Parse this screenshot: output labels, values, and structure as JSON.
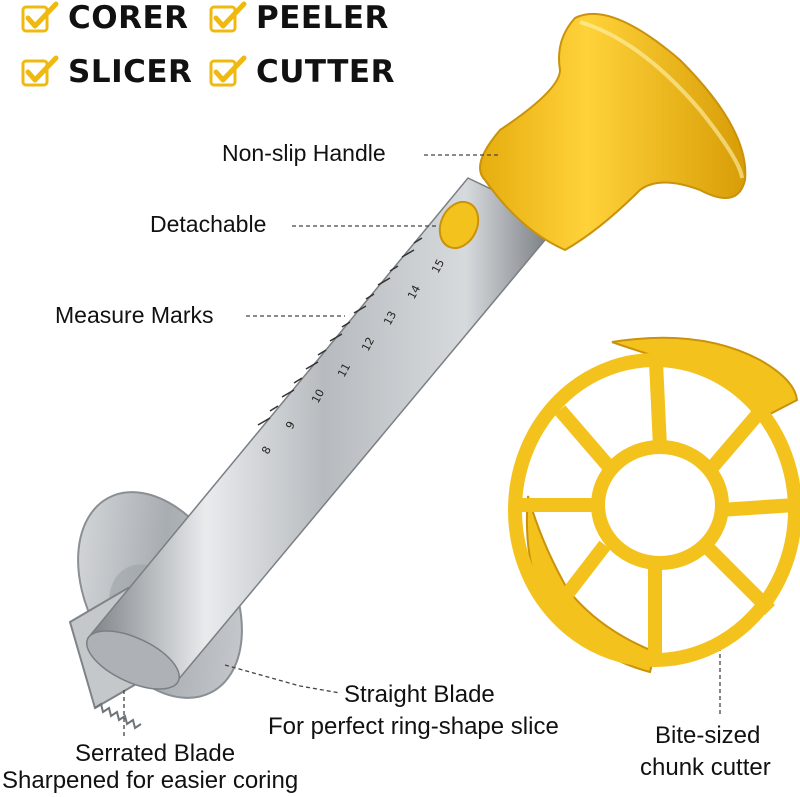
{
  "features": [
    "CORER",
    "PEELER",
    "SLICER",
    "CUTTER"
  ],
  "callouts": {
    "handle": "Non-slip Handle",
    "detachable": "Detachable",
    "measure": "Measure Marks",
    "straight_title": "Straight Blade",
    "straight_desc": "For perfect ring-shape slice",
    "serrated_title": "Serrated Blade",
    "serrated_desc": "Sharpened for easier coring",
    "cutter_line1": "Bite-sized",
    "cutter_line2": "chunk cutter"
  },
  "scale_marks": [
    "8",
    "9",
    "10",
    "11",
    "12",
    "13",
    "14",
    "15"
  ],
  "colors": {
    "yellow": "#f4c21d",
    "yellow_dark": "#d9a307",
    "steel": "#b9bcc0",
    "check": "#f0b90f"
  }
}
